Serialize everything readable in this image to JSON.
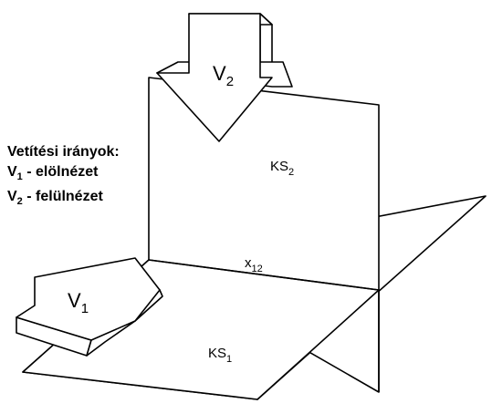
{
  "labels": {
    "v2_main": "V",
    "v2_sub": "2",
    "v1_main": "V",
    "v1_sub": "1",
    "ks2_main": "KS",
    "ks2_sub": "2",
    "ks1_main": "KS",
    "ks1_sub": "1",
    "x12_main": "x",
    "x12_sub": "12"
  },
  "legend": {
    "title": "Vetítési irányok:",
    "line1_main": "V",
    "line1_sub": "1",
    "line1_rest": " - elölnézet",
    "line2_main": "V",
    "line2_sub": "2",
    "line2_rest": " - felülnézet"
  },
  "colors": {
    "stroke": "#000000",
    "background": "#ffffff"
  }
}
